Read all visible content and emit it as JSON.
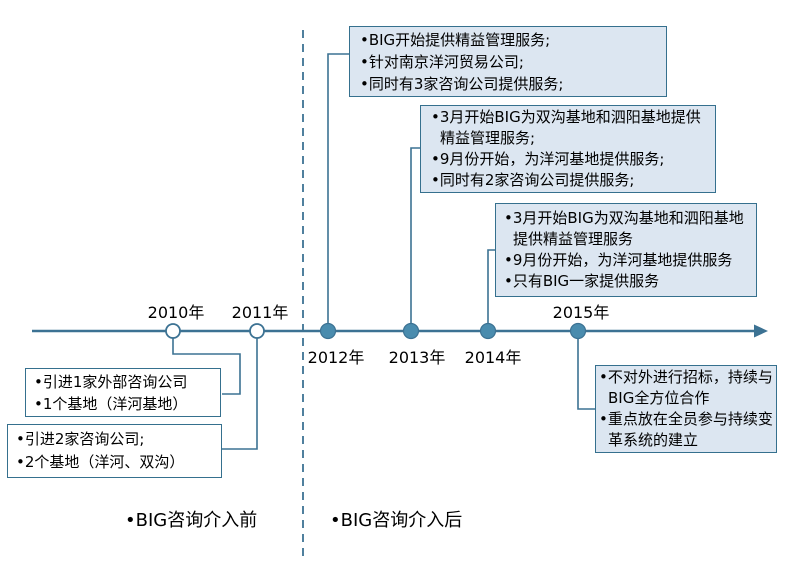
{
  "colors": {
    "line": "#3c7293",
    "marker_fill": "#4a8cae",
    "box_fill": "#dce6f1",
    "box_border": "#35708e",
    "text": "#000000"
  },
  "timeline": {
    "years": [
      {
        "label": "2010年",
        "marker": "open",
        "label_position": "above"
      },
      {
        "label": "2011年",
        "marker": "open",
        "label_position": "above"
      },
      {
        "label": "2012年",
        "marker": "filled",
        "label_position": "below"
      },
      {
        "label": "2013年",
        "marker": "filled",
        "label_position": "below"
      },
      {
        "label": "2014年",
        "marker": "filled",
        "label_position": "below"
      },
      {
        "label": "2015年",
        "marker": "filled",
        "label_position": "above"
      }
    ]
  },
  "boxes": {
    "y2010": {
      "items": [
        "•引进1家外部咨询公司",
        "•1个基地（洋河基地）"
      ]
    },
    "y2011": {
      "items": [
        "•引进2家咨询公司;",
        "•2个基地（洋河、双沟）"
      ]
    },
    "y2012": {
      "items": [
        "•BIG开始提供精益管理服务;",
        "•针对南京洋河贸易公司;",
        "•同时有3家咨询公司提供服务;"
      ]
    },
    "y2013": {
      "items": [
        "•3月开始BIG为双沟基地和泗阳基地提供精益管理服务;",
        "•9月份开始，为洋河基地提供服务;",
        "•同时有2家咨询公司提供服务;"
      ]
    },
    "y2014": {
      "items": [
        "•3月开始BIG为双沟基地和泗阳基地提供精益管理服务",
        "•9月份开始，为洋河基地提供服务",
        "•只有BIG一家提供服务"
      ]
    },
    "y2015": {
      "items": [
        "•不对外进行招标，持续与BIG全方位合作",
        "•重点放在全员参与持续变革系统的建立"
      ]
    }
  },
  "footer": {
    "before_label": "•BIG咨询介入前",
    "after_label": "•BIG咨询介入后"
  }
}
